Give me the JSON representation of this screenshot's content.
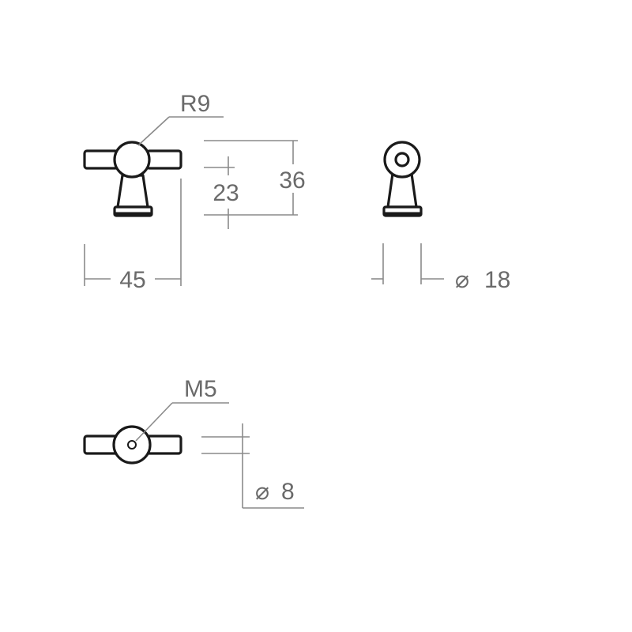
{
  "labels": {
    "radius": "R9",
    "height_total": "36",
    "height_base": "23",
    "width": "45",
    "base_diameter": "18",
    "thread": "M5",
    "bore_diameter": "8"
  },
  "symbols": {
    "diameter": "⌀"
  }
}
